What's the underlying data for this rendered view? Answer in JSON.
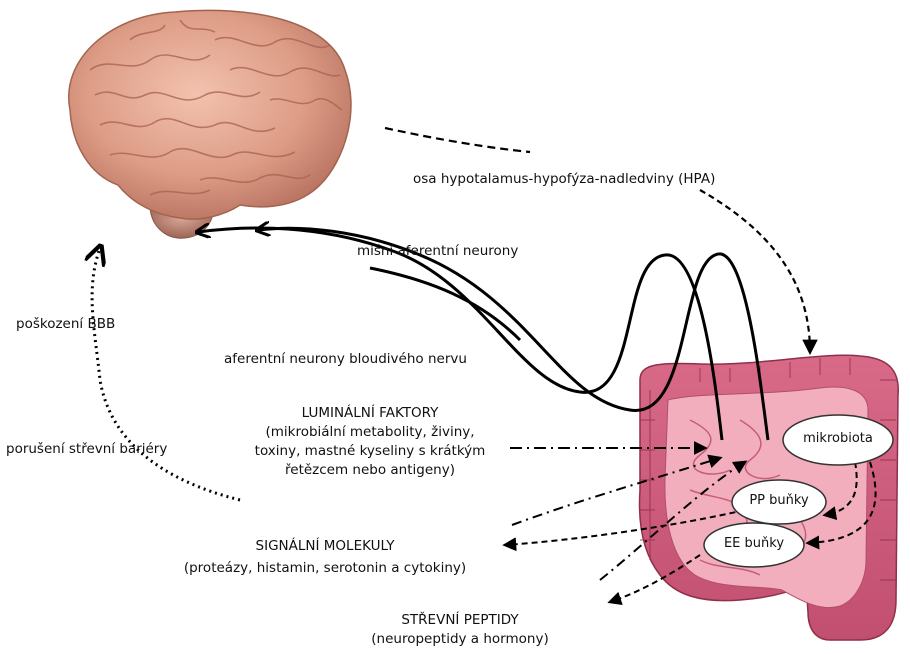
{
  "labels": {
    "hpa": "osa hypotalamus-hypofýza-nadledviny  (HPA)",
    "spinal": "míšní aferentní neurony",
    "vagus": "aferentní neurony bloudivého nervu",
    "bbb": "poškození BBB",
    "barrier": "porušení střevní bariéry",
    "luminal_title": "LUMINÁLNÍ FAKTORY",
    "luminal_1": "(mikrobiální metabolity, živiny,",
    "luminal_2": "toxiny, mastné kyseliny s krátkým",
    "luminal_3": "řetězcem nebo antigeny)",
    "signal_title": "SIGNÁLNÍ MOLEKULY",
    "signal_1": "(proteázy, histamin, serotonin a cytokiny)",
    "peptide_title": "STŘEVNÍ PEPTIDY",
    "peptide_1": "(neuropeptidy a hormony)"
  },
  "ovals": {
    "microbiota": "mikrobiota",
    "pp": "PP buňky",
    "ee": "EE buňky"
  }
}
